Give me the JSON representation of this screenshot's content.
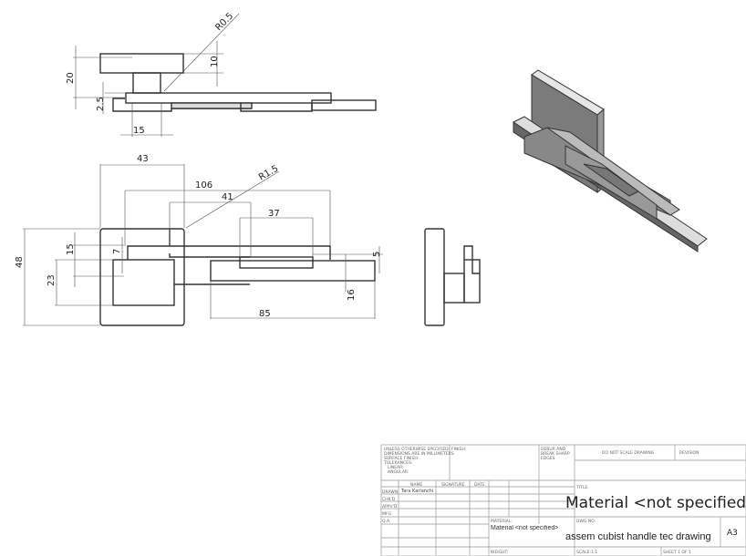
{
  "drawing": {
    "top_view_dims": {
      "r_top": "R0.5",
      "h20": "20",
      "h10": "10",
      "h25": "2.5",
      "w15": "15"
    },
    "front_view_dims": {
      "w43": "43",
      "w106": "106",
      "w41": "41",
      "r15": "R1.5",
      "w37": "37",
      "h48": "48",
      "h15": "15",
      "h7": "7",
      "h23": "23",
      "h5": "5",
      "h16": "16",
      "w85": "85"
    }
  },
  "title_block": {
    "notes": [
      "UNLESS OTHERWISE SPECIFIED:",
      "DIMENSIONS ARE IN MILLIMETERS",
      "SURFACE FINISH:",
      "TOLERANCES:",
      "LINEAR:",
      "ANGULAR:"
    ],
    "finish_label": "FINISH:",
    "deburr": [
      "DEBUR AND",
      "BREAK SHARP",
      "EDGES"
    ],
    "do_not_scale": "DO NOT SCALE DRAWING",
    "revision_label": "REVISION",
    "headers": {
      "name": "NAME",
      "signature": "SIGNATURE",
      "date": "DATE"
    },
    "rows": [
      "DRAWN",
      "CHK'D",
      "APPV'D",
      "MFG",
      "Q.A"
    ],
    "drawn_name": "Tara Karlanchi",
    "title_label": "TITLE:",
    "title_value": "Material <not specified",
    "material_label": "MATERIAL:",
    "material_value": "Material <not specified>",
    "dwg_no_label": "DWG NO.",
    "dwg_no_value": "assem cubist handle tec drawing",
    "size": "A3",
    "weight_label": "WEIGHT:",
    "scale": "SCALE:1:1",
    "sheet": "SHEET 1 OF 1"
  }
}
